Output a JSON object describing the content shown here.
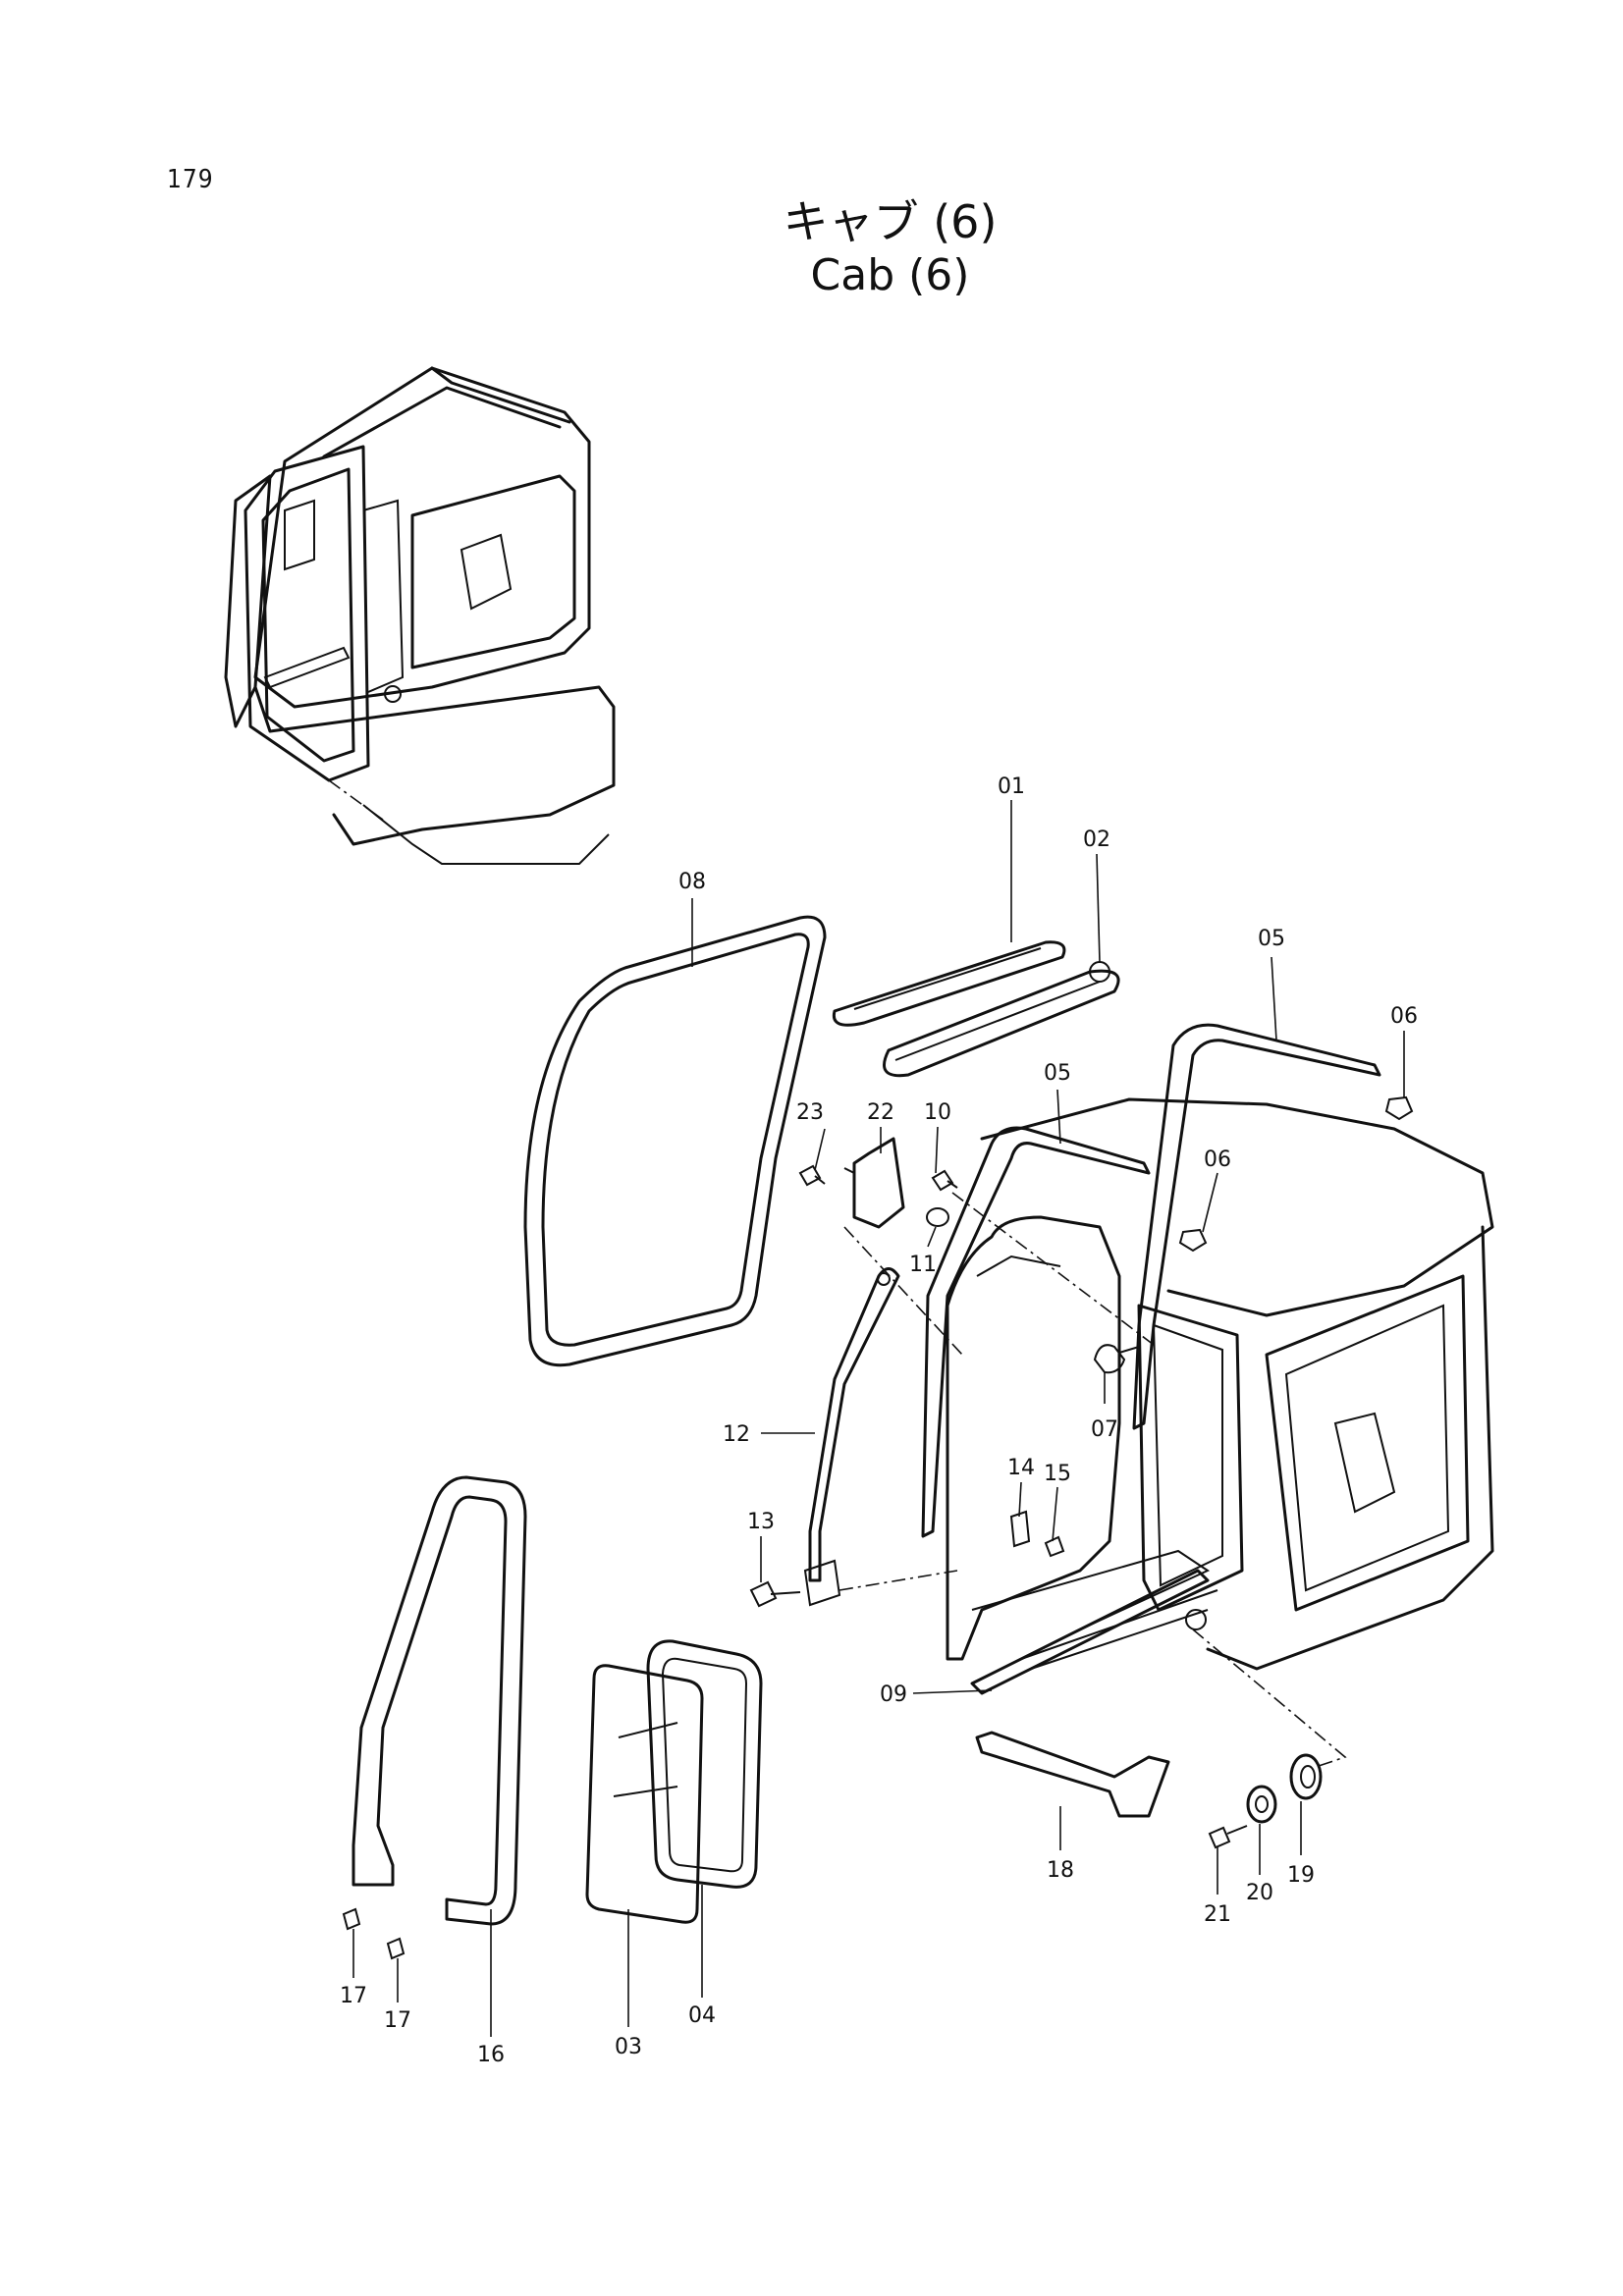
{
  "page_number": "179",
  "title_jp": "キャブ (6)",
  "title_en": "Cab (6)",
  "callouts": [
    {
      "id": "01",
      "label": "01"
    },
    {
      "id": "02",
      "label": "02"
    },
    {
      "id": "03",
      "label": "03"
    },
    {
      "id": "04",
      "label": "04"
    },
    {
      "id": "05a",
      "label": "05"
    },
    {
      "id": "05b",
      "label": "05"
    },
    {
      "id": "06a",
      "label": "06"
    },
    {
      "id": "06b",
      "label": "06"
    },
    {
      "id": "07",
      "label": "07"
    },
    {
      "id": "08",
      "label": "08"
    },
    {
      "id": "09",
      "label": "09"
    },
    {
      "id": "10",
      "label": "10"
    },
    {
      "id": "11",
      "label": "11"
    },
    {
      "id": "12",
      "label": "12"
    },
    {
      "id": "13",
      "label": "13"
    },
    {
      "id": "14",
      "label": "14"
    },
    {
      "id": "15",
      "label": "15"
    },
    {
      "id": "16",
      "label": "16"
    },
    {
      "id": "17a",
      "label": "17"
    },
    {
      "id": "17b",
      "label": "17"
    },
    {
      "id": "18",
      "label": "18"
    },
    {
      "id": "19",
      "label": "19"
    },
    {
      "id": "20",
      "label": "20"
    },
    {
      "id": "21",
      "label": "21"
    },
    {
      "id": "22",
      "label": "22"
    },
    {
      "id": "23",
      "label": "23"
    }
  ]
}
